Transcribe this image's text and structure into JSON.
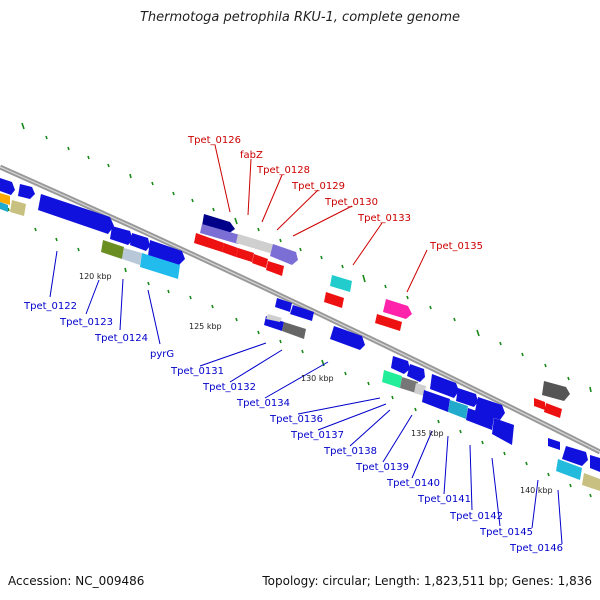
{
  "title": "Thermotoga petrophila RKU-1, complete genome",
  "footer": {
    "accession": "Accession: NC_009486",
    "summary": "Topology: circular; Length: 1,823,511 bp; Genes: 1,836"
  },
  "colors": {
    "backbone": "#999999",
    "tick": "#1a8a1a",
    "label_top": "#cc0000",
    "label_bottom": "#0000cc"
  },
  "kbp_marks": [
    {
      "label": "120 kbp"
    },
    {
      "label": "125 kbp"
    },
    {
      "label": "130 kbp"
    },
    {
      "label": "135 kbp"
    },
    {
      "label": "140 kbp"
    }
  ],
  "labels_top": [
    "Tpet_0126",
    "fabZ",
    "Tpet_0128",
    "Tpet_0129",
    "Tpet_0130",
    "Tpet_0133",
    "Tpet_0135"
  ],
  "labels_bottom": [
    "Tpet_0122",
    "Tpet_0123",
    "Tpet_0124",
    "pyrG",
    "Tpet_0131",
    "Tpet_0132",
    "Tpet_0134",
    "Tpet_0136",
    "Tpet_0137",
    "Tpet_0138",
    "Tpet_0139",
    "Tpet_0140",
    "Tpet_0141",
    "Tpet_0142",
    "Tpet_0145",
    "Tpet_0146"
  ]
}
